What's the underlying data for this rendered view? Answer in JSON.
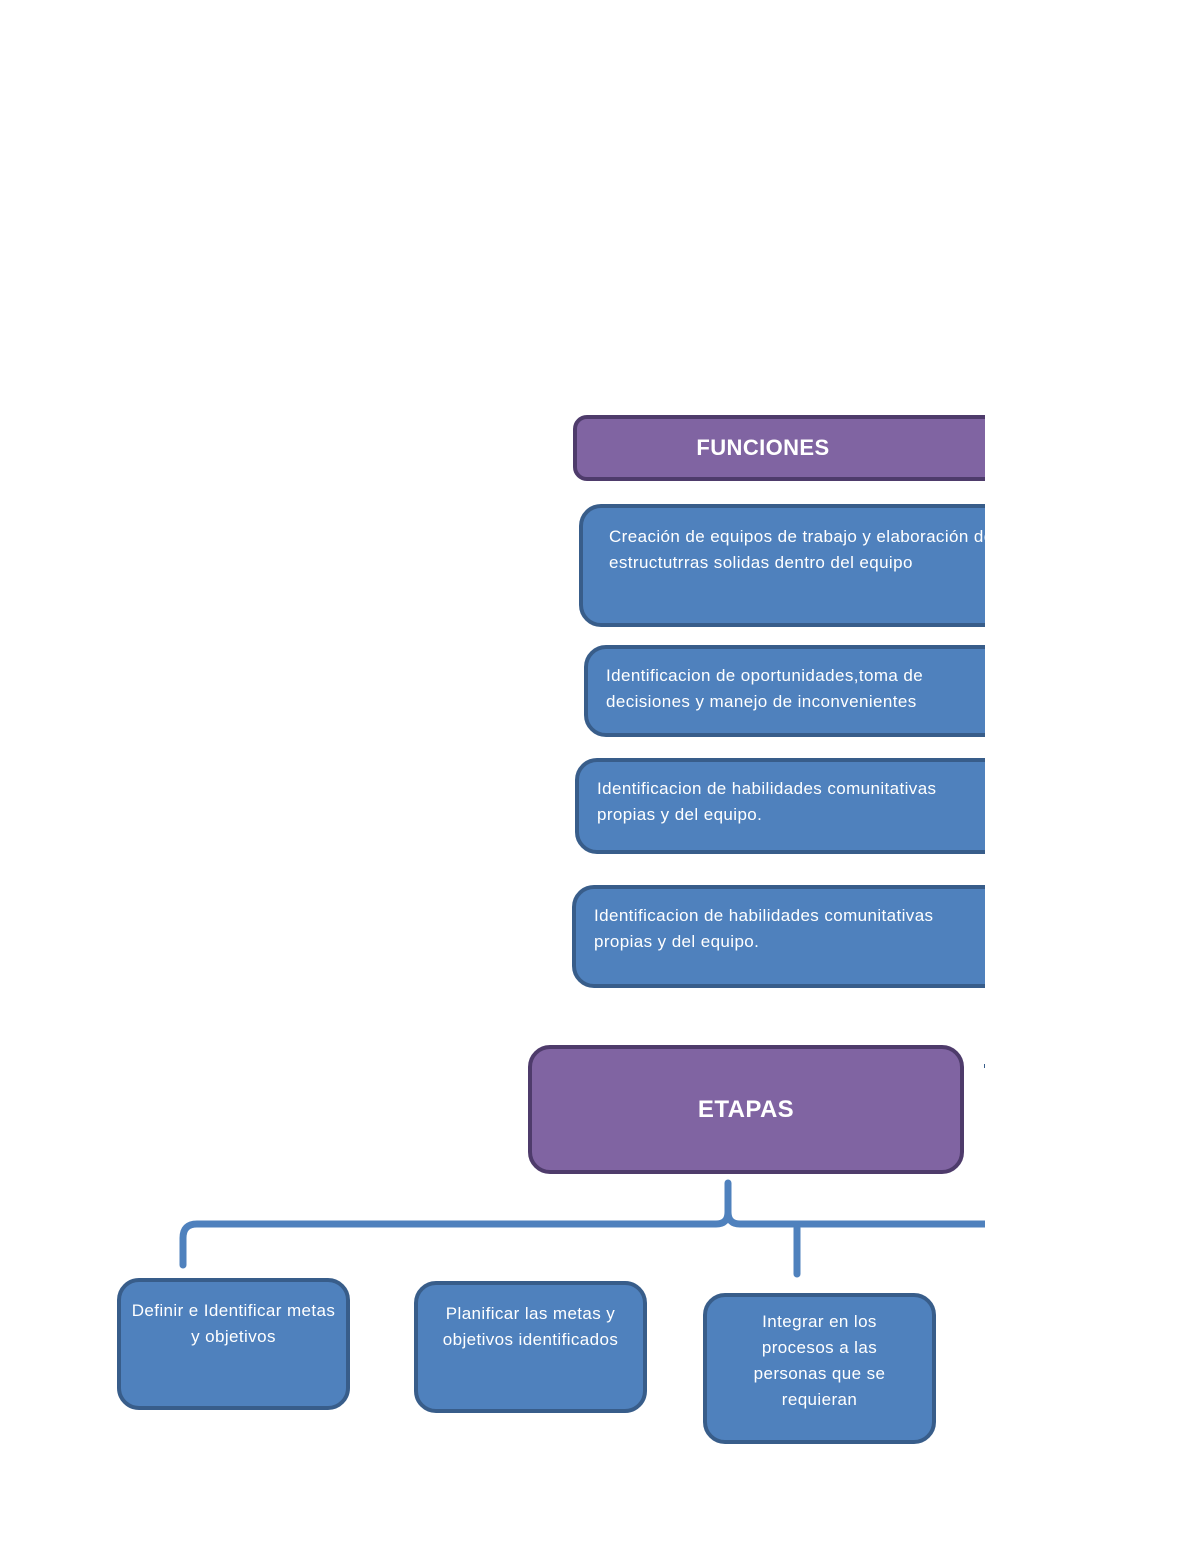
{
  "funciones": {
    "title": "FUNCIONES",
    "items": [
      "Creación de  equipos de trabajo y elaboración de estructutrras solidas dentro del equipo",
      "Identificacion de oportunidades,toma de decisiones y manejo de inconvenientes",
      "Identificacion de  habilidades comunitativas propias y del equipo.",
      "Identificacion de  habilidades comunitativas propias y del equipo."
    ]
  },
  "etapas": {
    "title": "ETAPAS",
    "items": [
      "Definir  e Identificar metas y objetivos",
      "Planificar las metas y objetivos identificados",
      "Integrar en los procesos a las personas que se requieran"
    ]
  },
  "colors": {
    "box_fill": "#4f81bd",
    "box_border": "#385d8a",
    "header_fill": "#8064a2",
    "header_border": "#4e3b6b",
    "connector": "#4f81bd"
  }
}
